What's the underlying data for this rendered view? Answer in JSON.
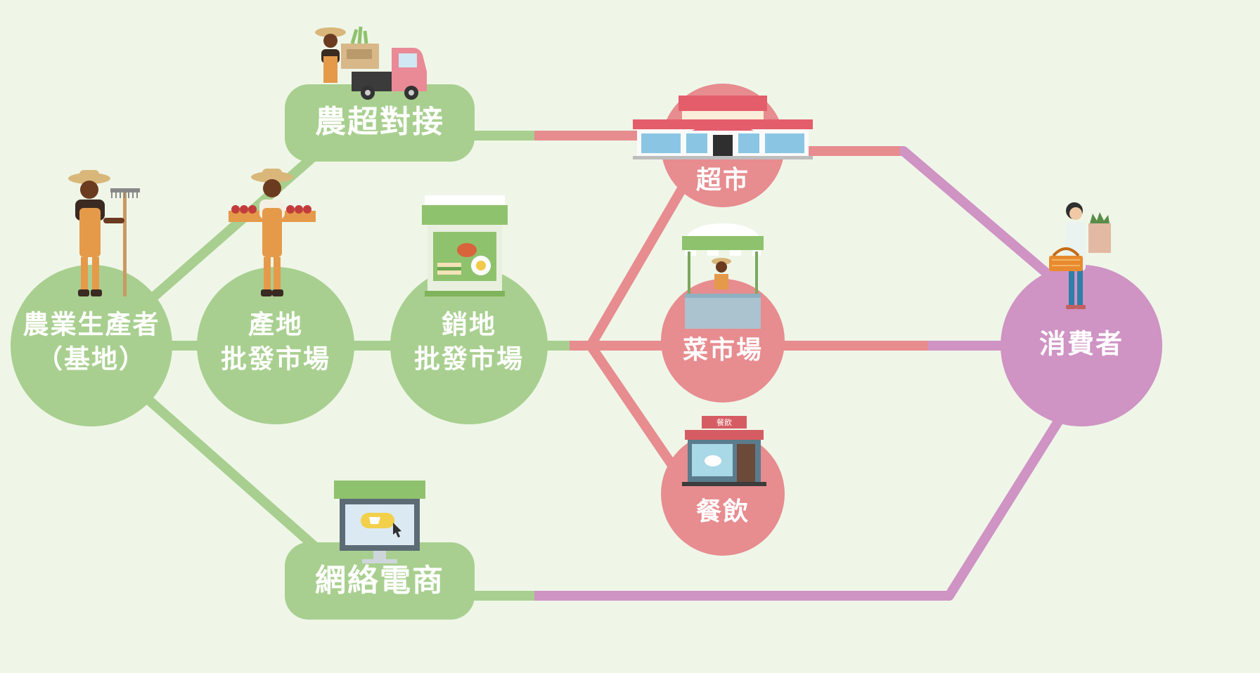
{
  "colors": {
    "background": "#eff6e8",
    "green": "#a8cf8f",
    "pink": "#e78c8f",
    "purple": "#cf93c4",
    "white": "#ffffff"
  },
  "nodes": {
    "farmer": {
      "line1": "農業生產者",
      "line2": "（基地）",
      "color": "green",
      "icon": "farmer-with-rake-icon"
    },
    "origin_wholesale": {
      "line1": "產地",
      "line2": "批發市場",
      "color": "green",
      "icon": "farmer-with-produce-crate-icon"
    },
    "sales_wholesale": {
      "line1": "銷地",
      "line2": "批發市場",
      "color": "green",
      "icon": "market-stall-icon"
    },
    "farm_to_supermarket": {
      "label": "農超對接",
      "color": "green",
      "icon": "farmer-with-delivery-truck-icon"
    },
    "ecommerce": {
      "label": "網絡電商",
      "color": "green",
      "icon": "online-shop-monitor-icon"
    },
    "supermarket": {
      "label": "超市",
      "color": "pink",
      "icon": "supermarket-building-icon"
    },
    "wet_market": {
      "label": "菜市場",
      "color": "pink",
      "icon": "vegetable-stall-icon"
    },
    "restaurant": {
      "label": "餐飲",
      "color": "pink",
      "icon": "restaurant-storefront-icon",
      "sign": "餐飲"
    },
    "consumer": {
      "label": "消費者",
      "color": "purple",
      "icon": "shopper-with-basket-icon"
    }
  }
}
